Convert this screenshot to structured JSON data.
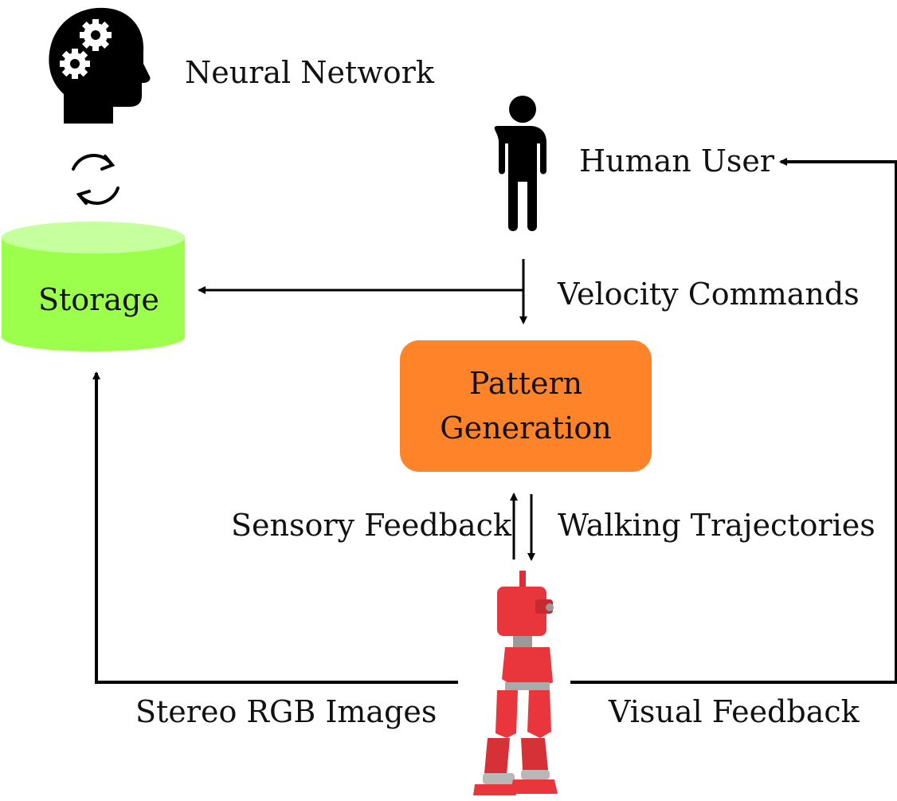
{
  "labels": {
    "neural_network": "Neural Network",
    "human_user": "Human User",
    "storage": "Storage",
    "velocity_commands": "Velocity Commands",
    "pattern_generation_line1": "Pattern",
    "pattern_generation_line2": "Generation",
    "sensory_feedback": "Sensory Feedback",
    "walking_trajectories": "Walking Trajectories",
    "stereo_rgb_images": "Stereo RGB Images",
    "visual_feedback": "Visual Feedback"
  },
  "icons": {
    "brain": "head-with-gears-icon",
    "cycle": "refresh-cycle-icon",
    "user": "person-icon",
    "storage": "database-cylinder-icon",
    "robot": "humanoid-robot-icon"
  },
  "colors": {
    "storage_fill": "#9cff4c",
    "storage_top": "#c6ff9e",
    "pattern_box": "#ff8429",
    "robot": "#e8363c",
    "lines": "#000000"
  }
}
